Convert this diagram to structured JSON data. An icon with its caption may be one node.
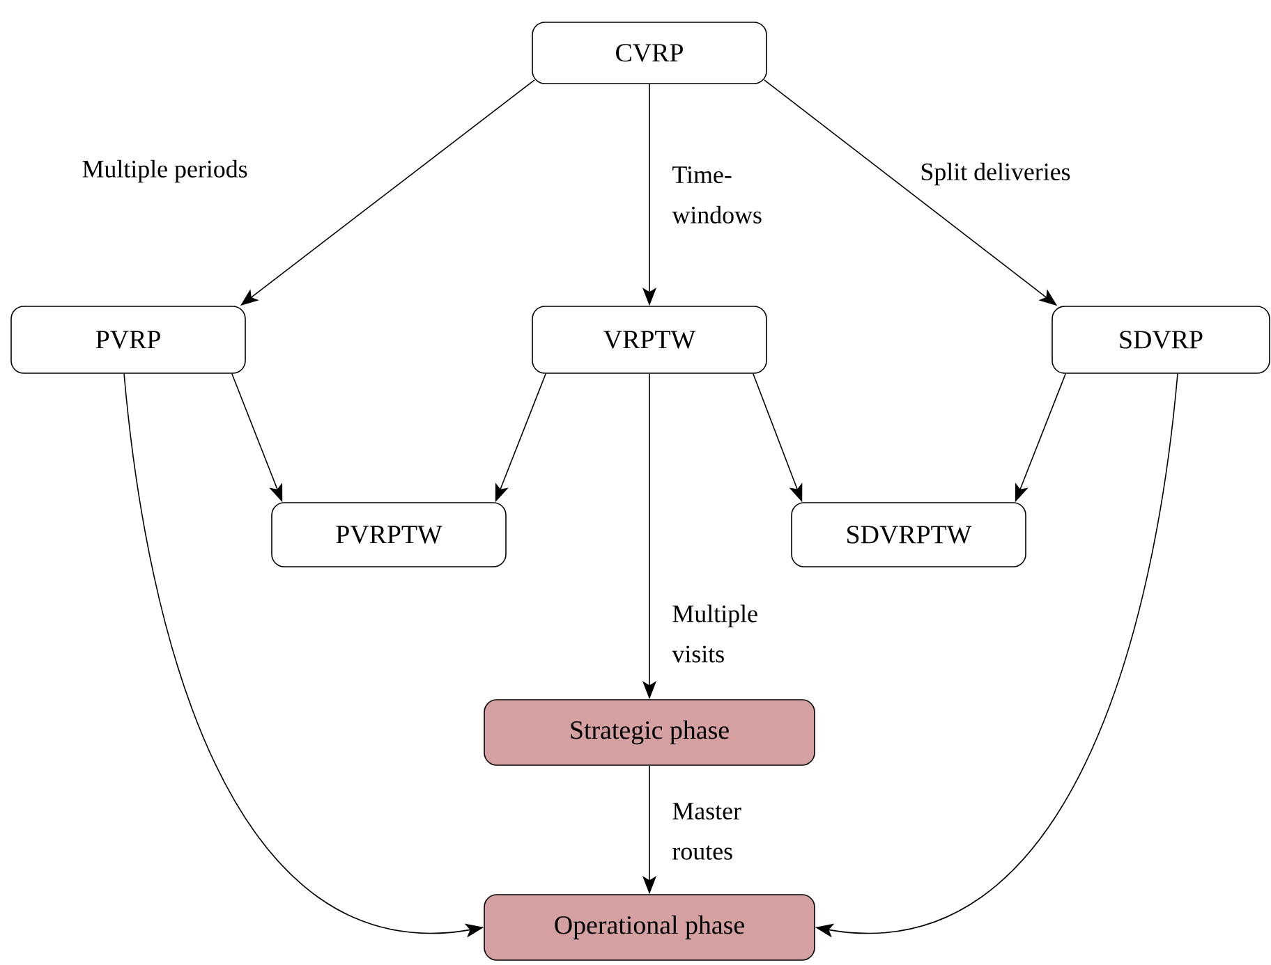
{
  "diagram": {
    "nodes": [
      {
        "text": [
          "CVRP"
        ]
      },
      {
        "text": [
          "PVRP"
        ]
      },
      {
        "text": [
          "VRPTW"
        ]
      },
      {
        "text": [
          "SDVRP"
        ]
      },
      {
        "text": [
          "PVRPTW"
        ]
      },
      {
        "text": [
          "SDVRPTW"
        ]
      },
      {
        "text": [
          "Strategic phase"
        ]
      },
      {
        "text": [
          "Operational phase"
        ]
      }
    ],
    "edges": [
      {
        "from": 0,
        "to": 1,
        "arrow": "to",
        "label": "Multiple periods"
      },
      {
        "from": 0,
        "to": 2,
        "arrow": "to",
        "label": "Time-windows"
      },
      {
        "from": 0,
        "to": 3,
        "arrow": "to",
        "label": "Split deliveries"
      },
      {
        "from": 1,
        "to": 4,
        "arrow": "to"
      },
      {
        "from": 2,
        "to": 4,
        "arrow": "to"
      },
      {
        "from": 2,
        "to": 5,
        "arrow": "to"
      },
      {
        "from": 3,
        "to": 5,
        "arrow": "to"
      },
      {
        "from": 2,
        "to": 6,
        "arrow": "to",
        "label": "Multiple visits"
      },
      {
        "from": 6,
        "to": 7,
        "arrow": "to",
        "label": "Master routes"
      },
      {
        "from": 1,
        "to": 7,
        "arrow": "to"
      },
      {
        "from": 3,
        "to": 7,
        "arrow": "to"
      }
    ]
  }
}
